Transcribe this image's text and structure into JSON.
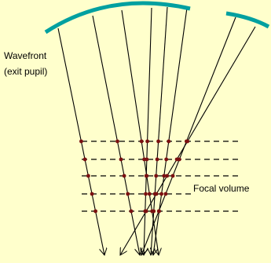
{
  "labels": {
    "wavefront_line1": "Wavefront",
    "wavefront_line2": "(exit pupil)",
    "focal_volume": "Focal volume"
  },
  "colors": {
    "background": "#FFFFCC",
    "wavefront": "#00A0A0",
    "rays": "#000000",
    "focal_planes": "#000000",
    "intersection_points": "#7B1010"
  },
  "elements": {
    "wavefront_arcs": 2,
    "rays": 8,
    "focal_planes": 5,
    "focal_plane_style": "dashed",
    "ray_end": "arrowhead"
  }
}
